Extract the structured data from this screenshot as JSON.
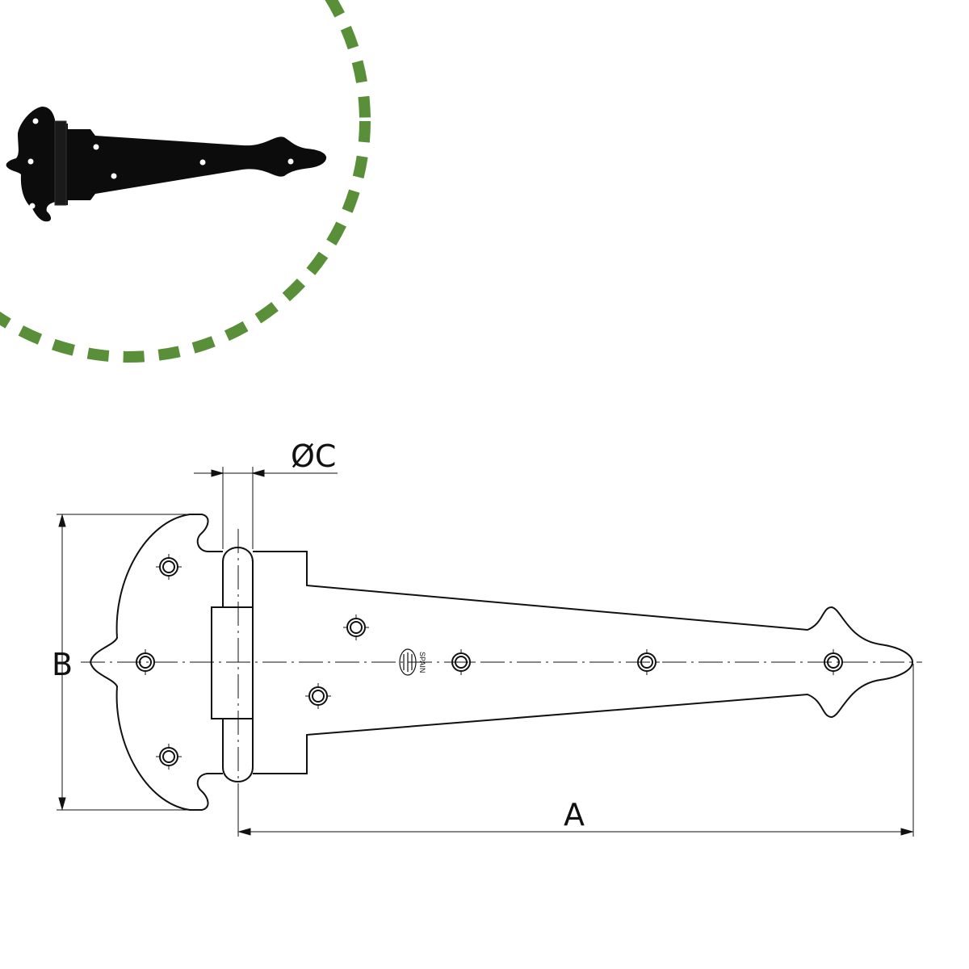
{
  "accent_color": "#5a8f3a",
  "photo": {
    "subject": "black-t-hinge-photo"
  },
  "drawing": {
    "dimension_a": "A",
    "dimension_b": "B",
    "dimension_c": "ØC",
    "logo_text": "SPAIN"
  }
}
